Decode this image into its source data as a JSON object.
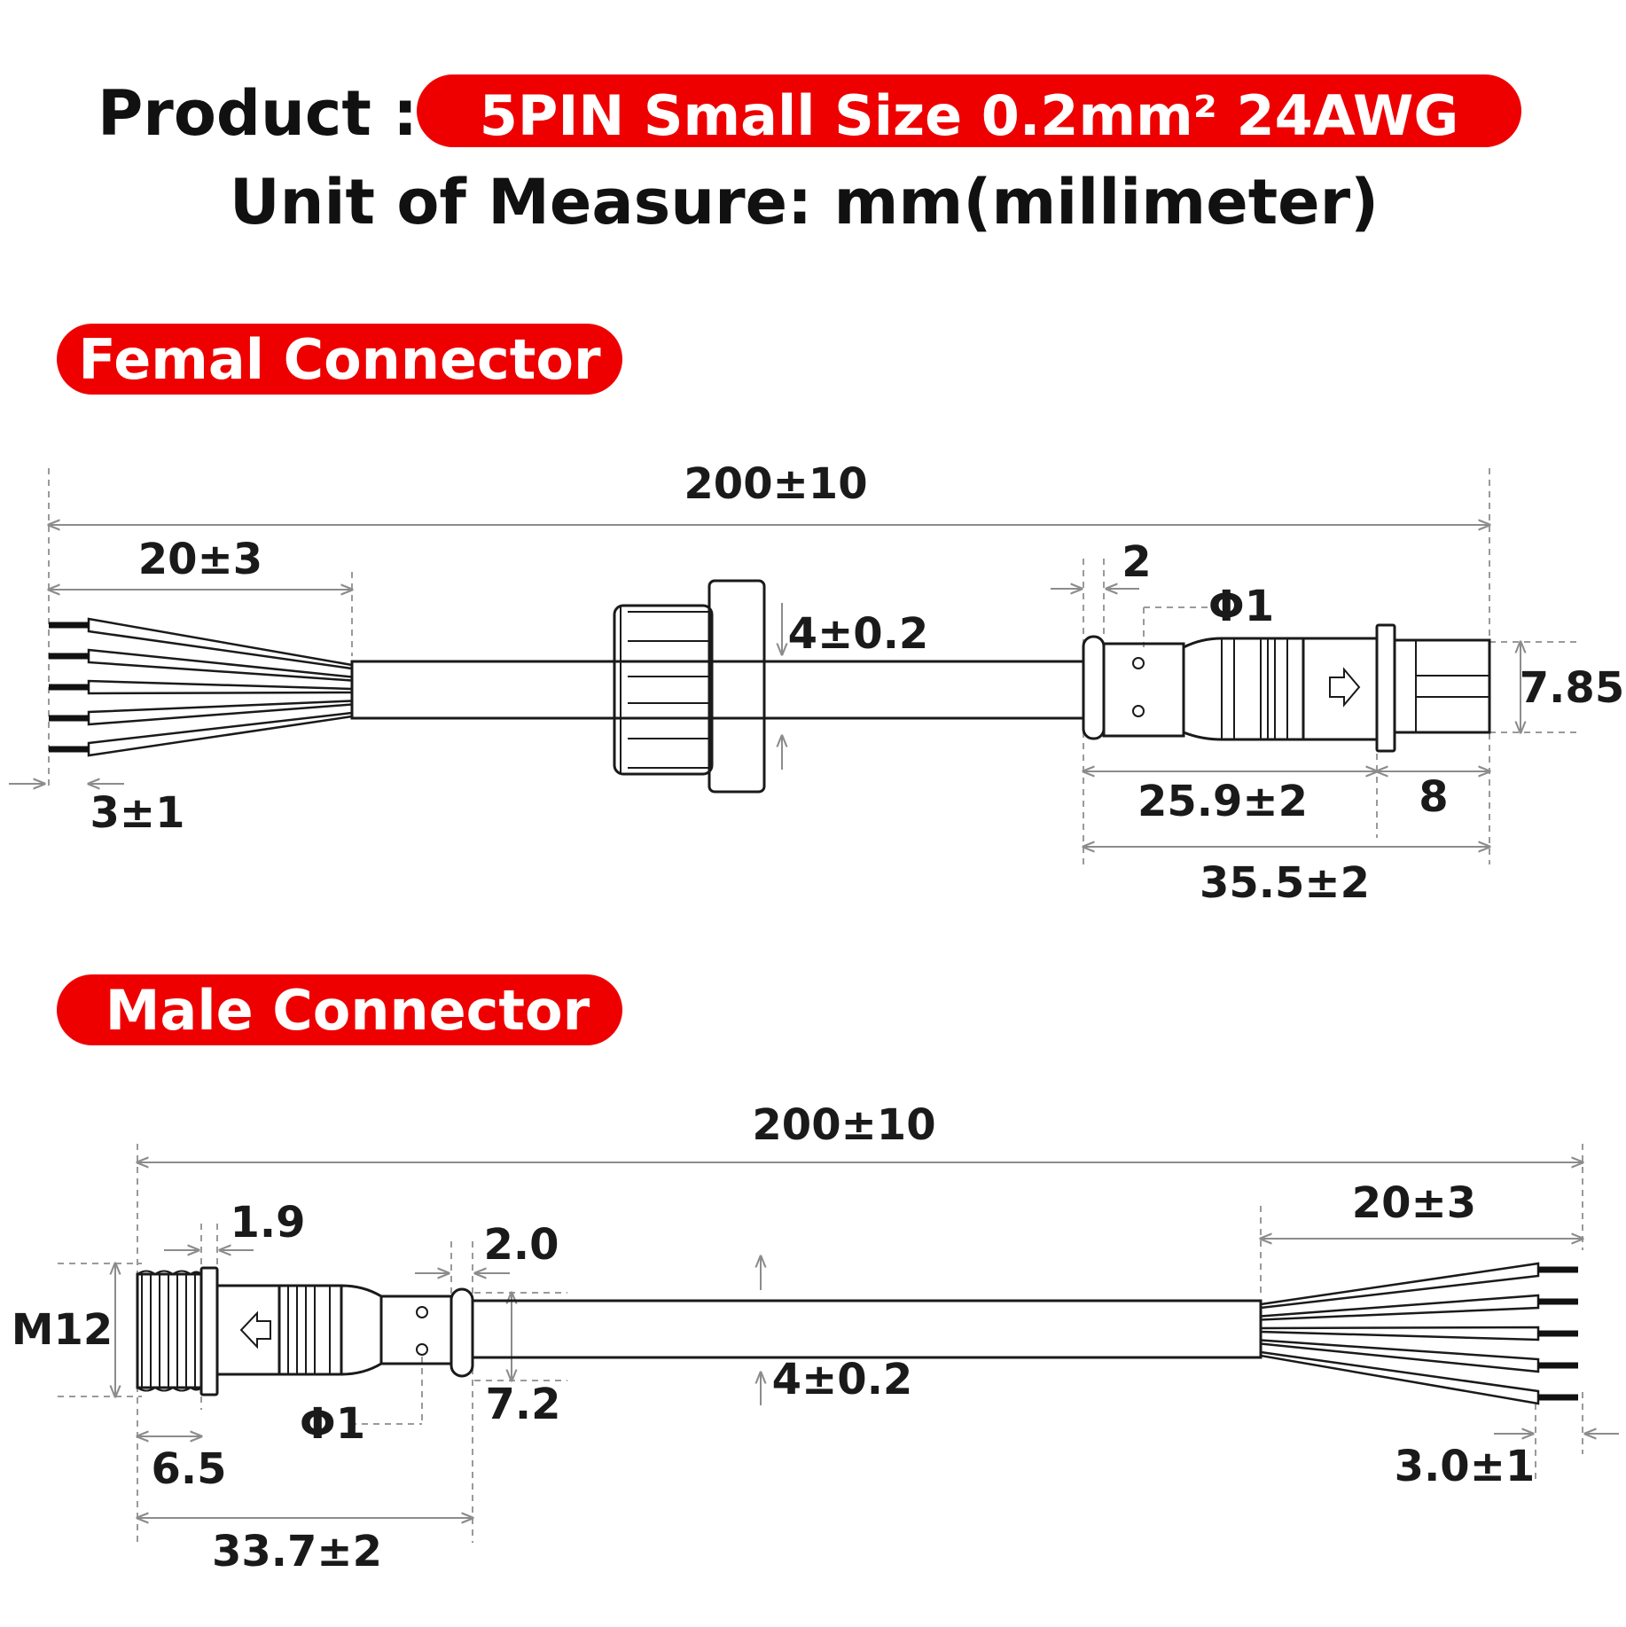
{
  "header": {
    "product_label": "Product :",
    "product_value": "5PIN Small Size  0.2mm² 24AWG",
    "unit_line": "Unit of Measure:  mm(millimeter)"
  },
  "colors": {
    "accent": "#ee0000",
    "line": "#1a1a1a",
    "dimension": "#8c8c8c",
    "text": "#111111"
  },
  "female": {
    "title": "Femal Connector",
    "total_length": "200±10",
    "strip_length": "20±3",
    "wire_tip": "3±1",
    "cable_dia": "4±0.2",
    "gap": "2",
    "hole_dia": "Φ1",
    "height": "7.85",
    "body_length": "25.9±2",
    "tip_length": "8",
    "connector_length": "35.5±2",
    "wire_count": 5
  },
  "male": {
    "title": "Male Connector",
    "total_length": "200±10",
    "strip_length": "20±3",
    "thread_gap": "1.9",
    "gap": "2.0",
    "thread": "M12",
    "cable_height": "7.2",
    "cable_dia": "4±0.2",
    "hole_dia": "Φ1",
    "thread_length": "6.5",
    "connector_length": "33.7±2",
    "wire_tip": "3.0±1",
    "wire_count": 5
  }
}
